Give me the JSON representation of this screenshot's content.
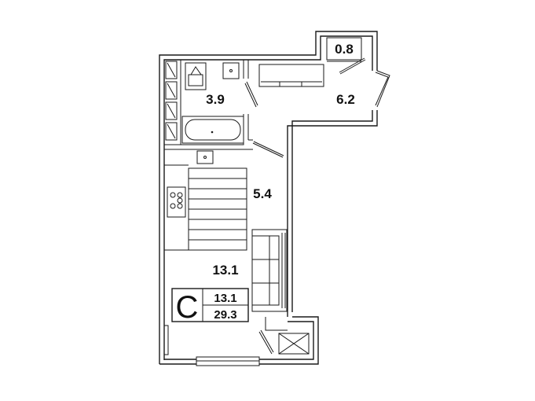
{
  "rooms": {
    "closet": "0.8",
    "bathroom": "3.9",
    "hallway": "6.2",
    "kitchen": "5.4",
    "living": "13.1"
  },
  "summary": {
    "type_letter": "C",
    "living_area": "13.1",
    "total_area": "29.3"
  }
}
